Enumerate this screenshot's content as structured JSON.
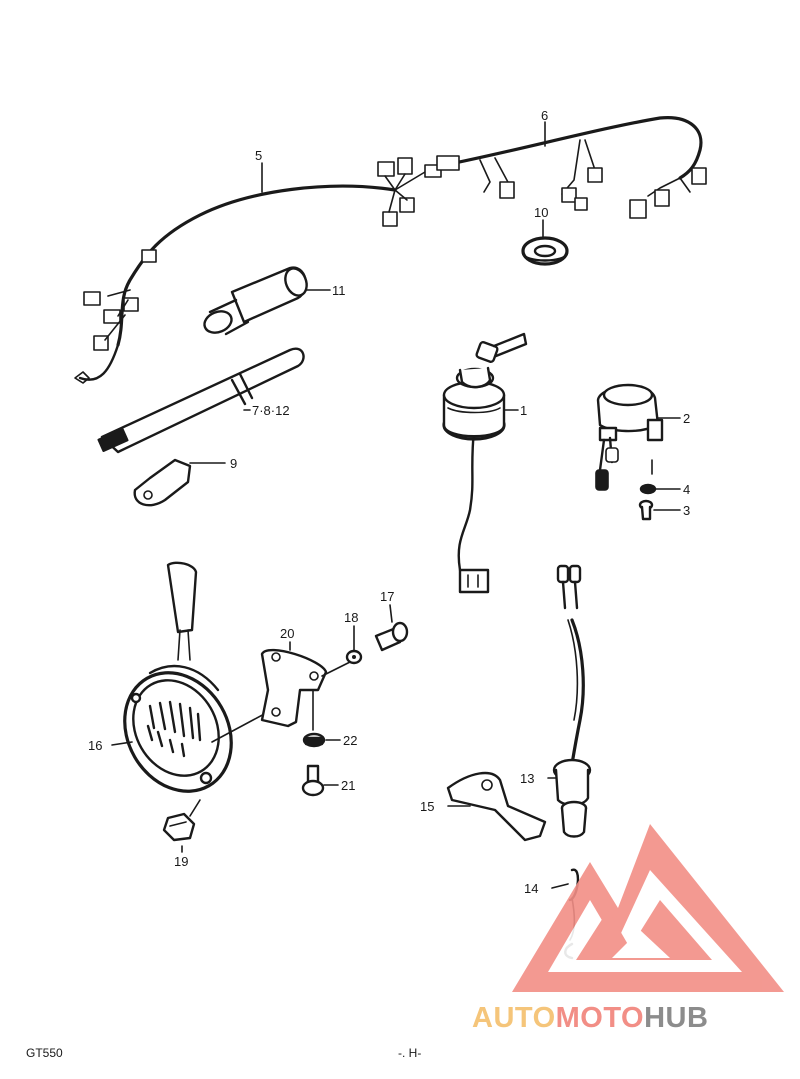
{
  "callouts": {
    "c1": "1",
    "c2": "2",
    "c3": "3",
    "c4": "4",
    "c5": "5",
    "c6": "6",
    "c7812": "7·8·12",
    "c9": "9",
    "c10": "10",
    "c11": "11",
    "c13": "13",
    "c14": "14",
    "c15": "15",
    "c16": "16",
    "c17": "17",
    "c18": "18",
    "c19": "19",
    "c20": "20",
    "c21": "21",
    "c22": "22"
  },
  "footer": {
    "model": "GT550",
    "page_mark": "-. H-"
  },
  "watermark": {
    "part1": "AUTO",
    "part2": "MOTO",
    "part3": "HUB",
    "colors": {
      "auto": "#F5C57A",
      "moto": "#F28E86",
      "hub": "#8C8C8C",
      "logo": "#F28E86"
    }
  }
}
